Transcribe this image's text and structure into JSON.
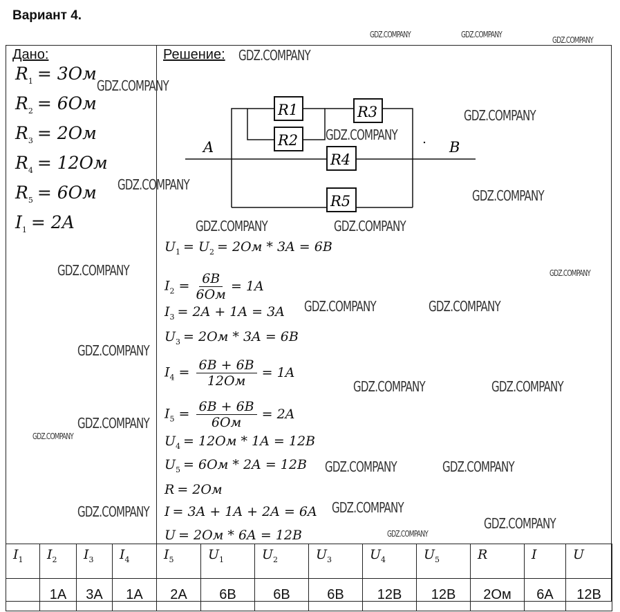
{
  "title": "Вариант 4.",
  "given": {
    "header": "Дано:",
    "items": [
      {
        "sym": "R",
        "sub": "1",
        "val": "= 3Ом"
      },
      {
        "sym": "R",
        "sub": "2",
        "val": "= 6Ом"
      },
      {
        "sym": "R",
        "sub": "3",
        "val": "= 2Ом"
      },
      {
        "sym": "R",
        "sub": "4",
        "val": "= 12Ом"
      },
      {
        "sym": "R",
        "sub": "5",
        "val": "= 6Ом"
      },
      {
        "sym": "I",
        "sub": "1",
        "val": "= 2A"
      }
    ]
  },
  "solution": {
    "header": "Решение:",
    "circuit": {
      "labels": [
        "A",
        "B",
        "R1",
        "R2",
        "R3",
        "R4",
        "R5"
      ]
    },
    "lines": [
      {
        "lhs": "U",
        "sub": "1",
        "rest": "= U",
        "sub2": "2",
        "rest2": "= 2Ом * 3A = 6B"
      },
      {
        "lhs": "I",
        "sub": "2",
        "num": "6B",
        "den": "6Ом",
        "rest": "= 1A"
      },
      {
        "lhs": "I",
        "sub": "3",
        "rest": "= 2A + 1A = 3A"
      },
      {
        "lhs": "U",
        "sub": "3",
        "rest": "= 2Ом * 3A = 6B"
      },
      {
        "lhs": "I",
        "sub": "4",
        "num": "6B + 6B",
        "den": "12Ом",
        "rest": "= 1A"
      },
      {
        "lhs": "I",
        "sub": "5",
        "num": "6B + 6B",
        "den": "6Ом",
        "rest": "= 2A"
      },
      {
        "lhs": "U",
        "sub": "4",
        "rest": "= 12Ом * 1A = 12B"
      },
      {
        "lhs": "U",
        "sub": "5",
        "rest": "= 6Ом * 2A = 12B"
      },
      {
        "lhs": "R",
        "rest": "= 2Ом"
      },
      {
        "lhs": "I",
        "rest": "= 3A + 1A + 2A = 6A"
      },
      {
        "lhs": "U",
        "rest": "= 2Ом * 6A = 12B"
      }
    ]
  },
  "results": {
    "headers": [
      {
        "s": "I",
        "b": "1"
      },
      {
        "s": "I",
        "b": "2"
      },
      {
        "s": "I",
        "b": "3"
      },
      {
        "s": "I",
        "b": "4"
      },
      {
        "s": "I",
        "b": "5"
      },
      {
        "s": "U",
        "b": "1"
      },
      {
        "s": "U",
        "b": "2"
      },
      {
        "s": "U",
        "b": "3"
      },
      {
        "s": "U",
        "b": "4"
      },
      {
        "s": "U",
        "b": "5"
      },
      {
        "s": "R",
        "b": ""
      },
      {
        "s": "I",
        "b": ""
      },
      {
        "s": "U",
        "b": ""
      }
    ],
    "values": [
      "",
      "1A",
      "3A",
      "1A",
      "2A",
      "6B",
      "6B",
      "6B",
      "12B",
      "12B",
      "2Ом",
      "6A",
      "12B"
    ]
  },
  "watermark": "GDZ.COMPANY"
}
